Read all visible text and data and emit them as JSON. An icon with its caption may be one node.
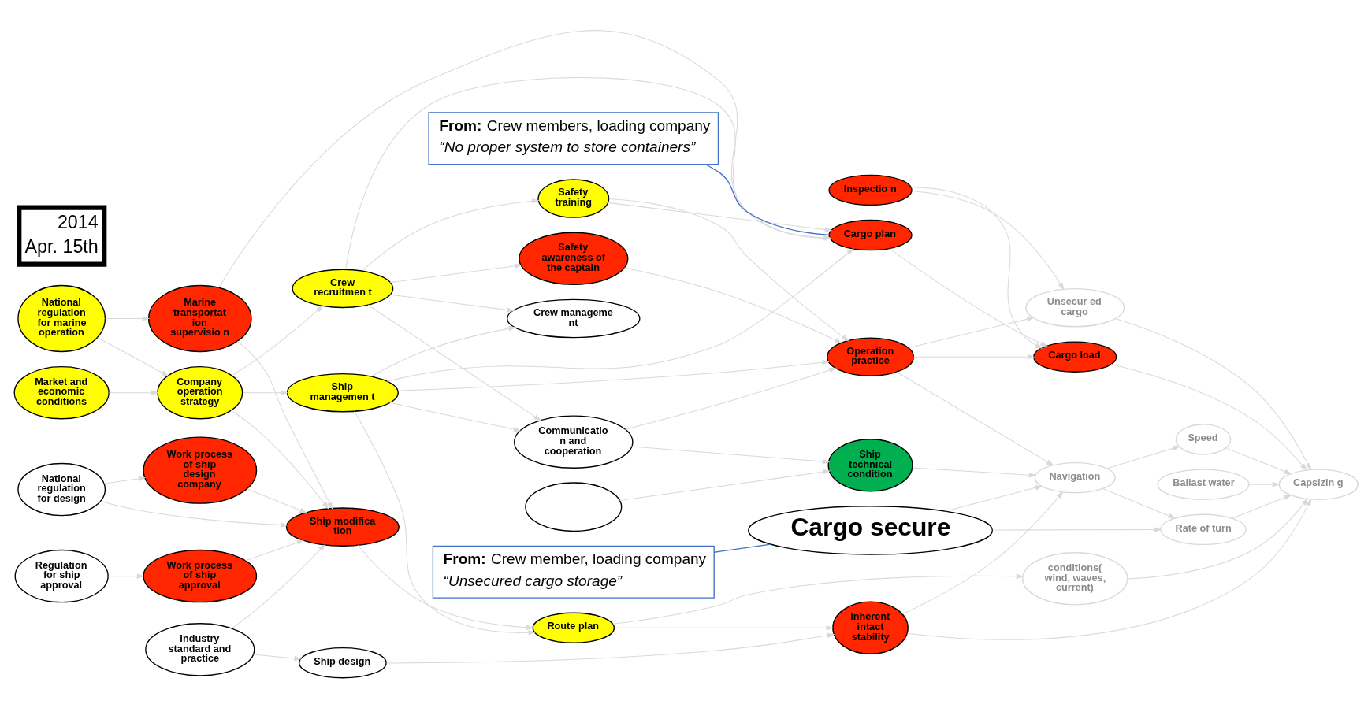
{
  "diagram": {
    "nodes": [
      {
        "text": [
          "Market and economic conditions"
        ]
      },
      {
        "text": [
          "National regulation for marine operation"
        ]
      },
      {
        "text": [
          "Regulation for ship approval"
        ]
      },
      {
        "text": [
          "National regulation for design"
        ]
      },
      {
        "text": [
          "Industry standard and practice"
        ]
      },
      {
        "text": [
          "Company operation strategy"
        ]
      },
      {
        "text": [
          "Work process of ship approval"
        ]
      },
      {
        "text": [
          "Work process of ship design company"
        ]
      },
      {
        "text": [
          "Ship design"
        ]
      },
      {
        "text": [
          "Crew recruitmen t"
        ]
      },
      {
        "text": [
          "Ship managemen t"
        ]
      },
      {
        "text": [
          "Marine transportat ion supervisio n"
        ]
      },
      {
        "text": [
          "Ship modifica tion"
        ]
      },
      {
        "text": [
          "Safety training"
        ]
      },
      {
        "text": [
          "Route plan"
        ]
      },
      {
        "text": [
          "Safety awareness of the captain"
        ]
      },
      {
        "text": [
          "Communicatio n and cooperation"
        ]
      },
      {
        "text": [
          "Crew manageme nt"
        ]
      },
      {
        "text": [],
        "shape": "ellipse"
      },
      {
        "text": [
          "Cargo plan"
        ]
      },
      {
        "text": [
          "Inherent intact stability"
        ]
      },
      {
        "text": [
          "Operation practice"
        ]
      },
      {
        "text": [
          "Ship technical condition"
        ]
      },
      {
        "text": [
          "Inspectio n"
        ]
      },
      {
        "text": [
          "Cargo secure"
        ]
      },
      {
        "text": [
          "Unsecur ed cargo"
        ]
      },
      {
        "text": [
          "Cargo load"
        ]
      },
      {
        "text": [
          "Ballast water"
        ]
      },
      {
        "text": [
          "conditions( wind, waves, current)"
        ]
      },
      {
        "text": [
          "Speed"
        ]
      },
      {
        "text": [
          "Navigation"
        ]
      },
      {
        "text": [
          "Rate of turn"
        ]
      },
      {
        "text": [
          "Capsizin g"
        ]
      },
      {
        "text": [
          "**From:** Crew members, loading company",
          "“No proper system to store containers”"
        ]
      },
      {
        "text": [
          "**From:** Crew member, loading company",
          "“Unsecured cargo storage”"
        ]
      }
    ],
    "edges": [
      {
        "from": 0,
        "to": 5,
        "arrow": "to"
      },
      {
        "from": 1,
        "to": 5,
        "arrow": "to"
      },
      {
        "from": 1,
        "to": 11,
        "arrow": "to"
      },
      {
        "from": 2,
        "to": 6,
        "arrow": "to"
      },
      {
        "from": 3,
        "to": 7,
        "arrow": "to"
      },
      {
        "from": 3,
        "to": 12,
        "arrow": "to"
      },
      {
        "from": 7,
        "to": 12,
        "arrow": "to"
      },
      {
        "from": 4,
        "to": 12,
        "arrow": "to"
      },
      {
        "from": 4,
        "to": 8,
        "arrow": "to"
      },
      {
        "from": 6,
        "to": 12,
        "arrow": "to"
      },
      {
        "from": 11,
        "to": 12,
        "arrow": "to"
      },
      {
        "from": 5,
        "to": 9,
        "arrow": "to"
      },
      {
        "from": 5,
        "to": 10,
        "arrow": "to"
      },
      {
        "from": 5,
        "to": 12,
        "arrow": "to"
      },
      {
        "from": 9,
        "to": 13,
        "arrow": "to"
      },
      {
        "from": 9,
        "to": 15,
        "arrow": "to"
      },
      {
        "from": 9,
        "to": 16,
        "arrow": "to"
      },
      {
        "from": 9,
        "to": 17,
        "arrow": "to"
      },
      {
        "from": 9,
        "to": 19,
        "arrow": "to"
      },
      {
        "from": 10,
        "to": 16,
        "arrow": "to"
      },
      {
        "from": 10,
        "to": 17,
        "arrow": "to"
      },
      {
        "from": 10,
        "to": 21,
        "arrow": "to"
      },
      {
        "from": 10,
        "to": 14,
        "arrow": "to"
      },
      {
        "from": 10,
        "to": 19,
        "arrow": "to"
      },
      {
        "from": 13,
        "to": 21,
        "arrow": "to"
      },
      {
        "from": 13,
        "to": 19,
        "arrow": "to"
      },
      {
        "from": 15,
        "to": 21,
        "arrow": "to"
      },
      {
        "from": 16,
        "to": 21,
        "arrow": "to"
      },
      {
        "from": 16,
        "to": 22,
        "arrow": "to"
      },
      {
        "from": 11,
        "to": 19,
        "arrow": "to"
      },
      {
        "from": 12,
        "to": 14,
        "arrow": "to"
      },
      {
        "from": 14,
        "to": 20,
        "arrow": "to"
      },
      {
        "from": 14,
        "to": 28,
        "arrow": "to"
      },
      {
        "from": 8,
        "to": 20,
        "arrow": "to"
      },
      {
        "from": 20,
        "to": 30,
        "arrow": "to"
      },
      {
        "from": 20,
        "to": 32,
        "arrow": "to"
      },
      {
        "from": 18,
        "to": 22,
        "arrow": "to"
      },
      {
        "from": 21,
        "to": 25,
        "arrow": "to"
      },
      {
        "from": 21,
        "to": 26,
        "arrow": "to"
      },
      {
        "from": 21,
        "to": 30,
        "arrow": "to"
      },
      {
        "from": 22,
        "to": 30,
        "arrow": "to"
      },
      {
        "from": 23,
        "to": 26,
        "arrow": "to"
      },
      {
        "from": 23,
        "to": 25,
        "arrow": "to"
      },
      {
        "from": 19,
        "to": 26,
        "arrow": "to"
      },
      {
        "from": 24,
        "to": 31,
        "arrow": "to"
      },
      {
        "from": 24,
        "to": 30,
        "arrow": "to"
      },
      {
        "from": 25,
        "to": 32,
        "arrow": "to"
      },
      {
        "from": 26,
        "to": 32,
        "arrow": "to"
      },
      {
        "from": 27,
        "to": 32,
        "arrow": "to"
      },
      {
        "from": 29,
        "to": 32,
        "arrow": "to"
      },
      {
        "from": 30,
        "to": 29,
        "arrow": "to"
      },
      {
        "from": 30,
        "to": 31,
        "arrow": "to"
      },
      {
        "from": 31,
        "to": 32,
        "arrow": "to"
      },
      {
        "from": 28,
        "to": 32,
        "arrow": "to"
      },
      {
        "from": 33,
        "to": 19,
        "arrow": "none",
        "color": "#4472c4"
      },
      {
        "from": 34,
        "to": 24,
        "arrow": "none",
        "color": "#4472c4"
      }
    ],
    "labels": [
      "2014",
      "Apr. 15th"
    ]
  }
}
